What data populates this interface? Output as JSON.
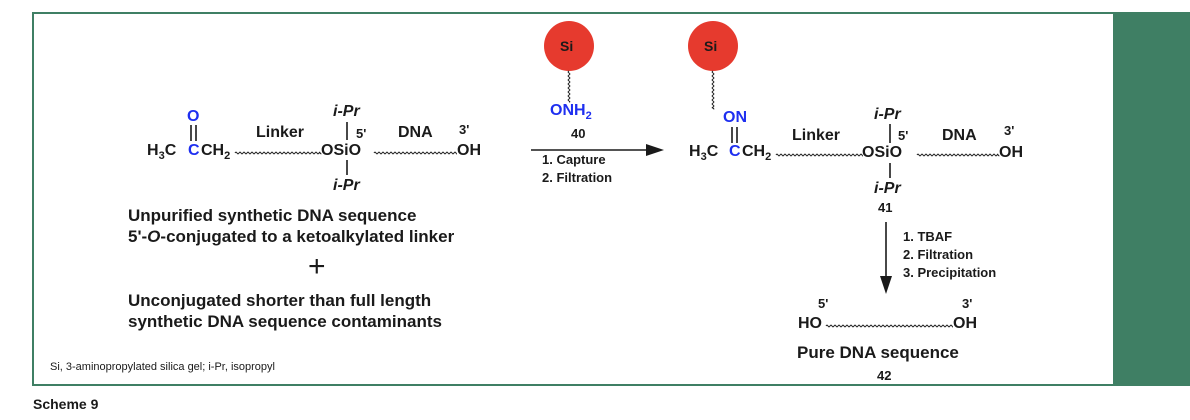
{
  "colors": {
    "frame": "#3f7f64",
    "silica": "#e63a2e",
    "heteroatom": "#1e2ff0",
    "text": "#1a1a1a"
  },
  "reactant": {
    "oxygen": "O",
    "h3c": "H",
    "h3c_sub": "3",
    "c1": "C",
    "c2": "C",
    "ch2": "CH",
    "ch2_sub": "2",
    "linker": "Linker",
    "o_left": "O",
    "si": "Si",
    "o_right": "O",
    "ipr_top": "i-Pr",
    "ipr_bottom": "i-Pr",
    "five_prime": "5'",
    "dna": "DNA",
    "three_prime": "3'",
    "oh": "OH"
  },
  "left_description": {
    "line1": "Unpurified synthetic DNA sequence",
    "line2_prefix": "5'-",
    "line2_italic": "O",
    "line2_suffix": "-conjugated to a ketoalkylated linker",
    "plus": "+",
    "line3": "Unconjugated shorter than full length",
    "line4": "synthetic DNA sequence contaminants"
  },
  "reagent": {
    "bead_label": "Si",
    "onh": "ONH",
    "onh_sub": "2",
    "compound_number": "40",
    "step1": "1. Capture",
    "step2": "2. Filtration"
  },
  "product": {
    "bead_label": "Si",
    "on": "ON",
    "h3c": "H",
    "h3c_sub": "3",
    "c1": "C",
    "c2": "C",
    "ch2": "CH",
    "ch2_sub": "2",
    "linker": "Linker",
    "o_left": "O",
    "si": "Si",
    "o_right": "O",
    "ipr_top": "i-Pr",
    "ipr_bottom": "i-Pr",
    "five_prime": "5'",
    "dna": "DNA",
    "three_prime": "3'",
    "oh": "OH",
    "compound_number": "41"
  },
  "deprotection": {
    "step1": "1. TBAF",
    "step2": "2. Filtration",
    "step3": "3. Precipitation"
  },
  "final_product": {
    "five_prime": "5'",
    "three_prime": "3'",
    "ho": "HO",
    "oh": "OH",
    "label": "Pure DNA sequence",
    "compound_number": "42"
  },
  "footnote": "Si, 3-aminopropylated silica gel; i-Pr, isopropyl",
  "caption": "Scheme 9"
}
